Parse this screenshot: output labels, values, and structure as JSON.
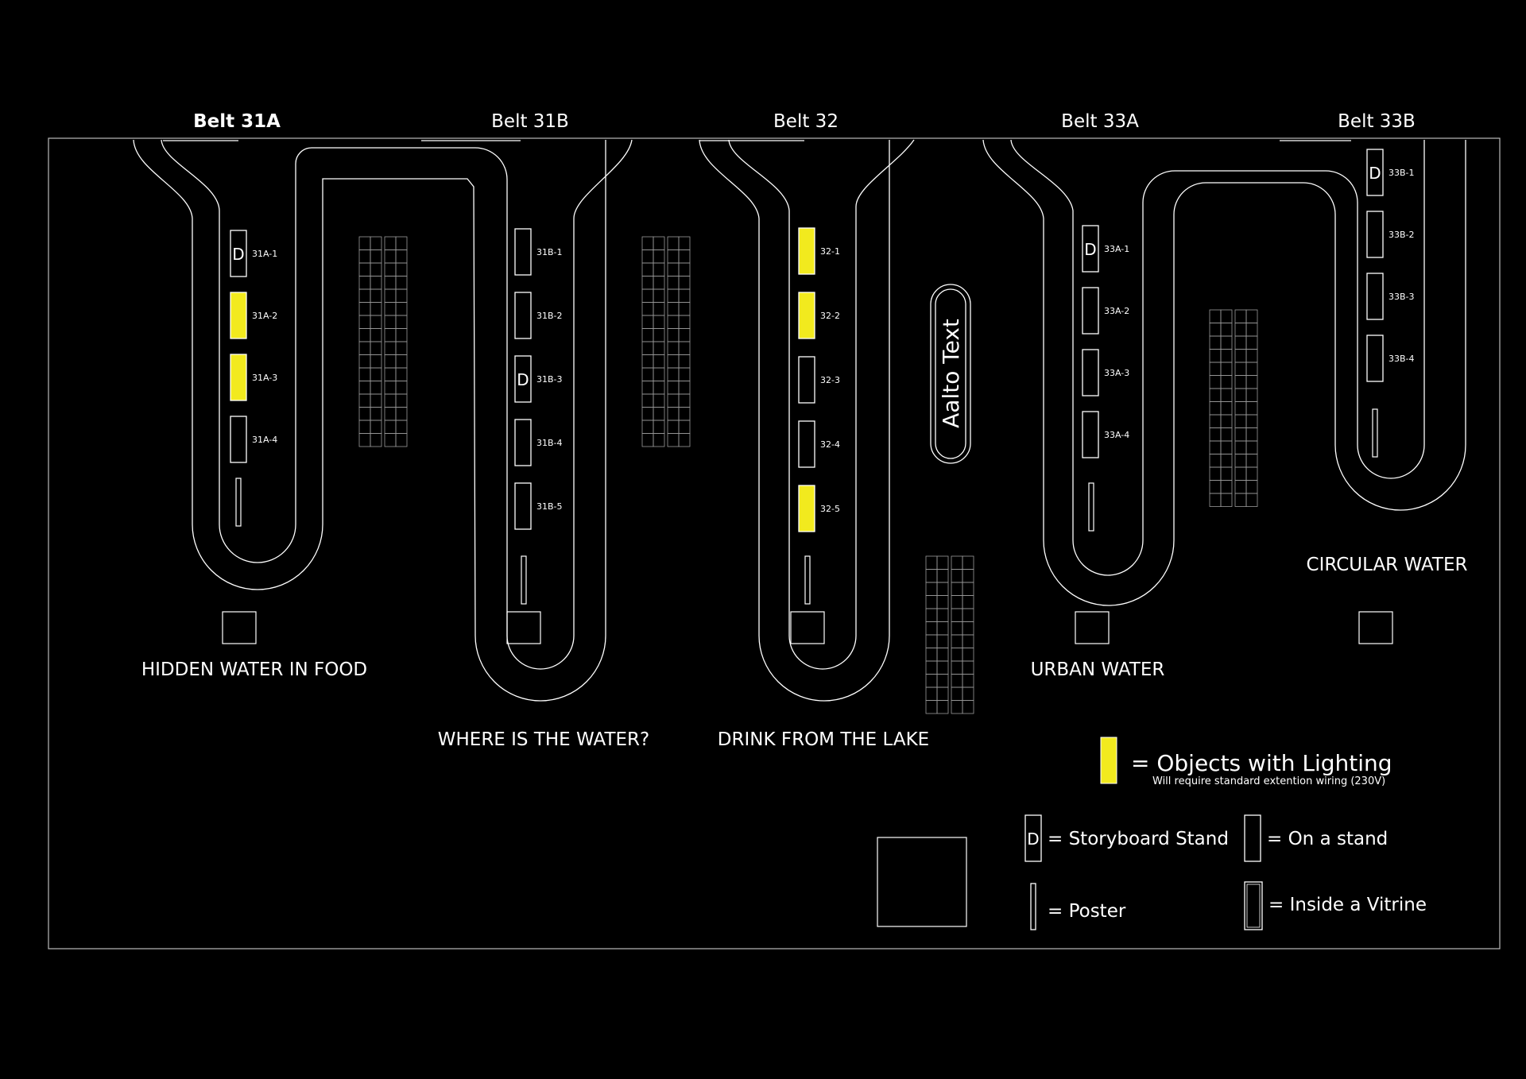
{
  "belts": [
    {
      "id": "31A",
      "title": "Belt 31A",
      "bold": true
    },
    {
      "id": "31B",
      "title": "Belt 31B",
      "bold": false
    },
    {
      "id": "32",
      "title": "Belt 32",
      "bold": false
    },
    {
      "id": "33A",
      "title": "Belt 33A",
      "bold": false
    },
    {
      "id": "33B",
      "title": "Belt 33B",
      "bold": false
    }
  ],
  "zones": {
    "z31a": "HIDDEN WATER IN FOOD",
    "z31b": "WHERE IS THE WATER?",
    "z32": "DRINK FROM THE LAKE",
    "z33a": "URBAN WATER",
    "z33b": "CIRCULAR WATER"
  },
  "aalto_text": "Aalto Text",
  "slots": [
    {
      "belt": "31A",
      "label": "31A-1",
      "type": "storyboard",
      "lit": false
    },
    {
      "belt": "31A",
      "label": "31A-2",
      "type": "stand",
      "lit": true
    },
    {
      "belt": "31A",
      "label": "31A-3",
      "type": "stand",
      "lit": true
    },
    {
      "belt": "31A",
      "label": "31A-4",
      "type": "stand",
      "lit": false
    },
    {
      "belt": "31B",
      "label": "31B-1",
      "type": "stand",
      "lit": false
    },
    {
      "belt": "31B",
      "label": "31B-2",
      "type": "stand",
      "lit": false
    },
    {
      "belt": "31B",
      "label": "31B-3",
      "type": "storyboard",
      "lit": false
    },
    {
      "belt": "31B",
      "label": "31B-4",
      "type": "stand",
      "lit": false
    },
    {
      "belt": "31B",
      "label": "31B-5",
      "type": "stand",
      "lit": false
    },
    {
      "belt": "32",
      "label": "32-1",
      "type": "stand",
      "lit": true
    },
    {
      "belt": "32",
      "label": "32-2",
      "type": "stand",
      "lit": true
    },
    {
      "belt": "32",
      "label": "32-3",
      "type": "stand",
      "lit": false
    },
    {
      "belt": "32",
      "label": "32-4",
      "type": "stand",
      "lit": false
    },
    {
      "belt": "32",
      "label": "32-5",
      "type": "stand",
      "lit": true
    },
    {
      "belt": "33A",
      "label": "33A-1",
      "type": "storyboard",
      "lit": false
    },
    {
      "belt": "33A",
      "label": "33A-2",
      "type": "stand",
      "lit": false
    },
    {
      "belt": "33A",
      "label": "33A-3",
      "type": "stand",
      "lit": false
    },
    {
      "belt": "33A",
      "label": "33A-4",
      "type": "stand",
      "lit": false
    },
    {
      "belt": "33B",
      "label": "33B-1",
      "type": "storyboard",
      "lit": false
    },
    {
      "belt": "33B",
      "label": "33B-2",
      "type": "stand",
      "lit": false
    },
    {
      "belt": "33B",
      "label": "33B-3",
      "type": "stand",
      "lit": false
    },
    {
      "belt": "33B",
      "label": "33B-4",
      "type": "stand",
      "lit": false
    }
  ],
  "legend": {
    "lighting": "= Objects with Lighting",
    "lighting_note": "Will require standard extention wiring (230V)",
    "storyboard": "= Storyboard Stand",
    "storyboard_glyph": "D",
    "stand": "= On a stand",
    "poster": "= Poster",
    "vitrine": "= Inside a Vitrine"
  },
  "colors": {
    "background": "#000000",
    "line": "#ffffff",
    "lighting": "#f2ea1e",
    "grid": "#9a9a9a"
  }
}
